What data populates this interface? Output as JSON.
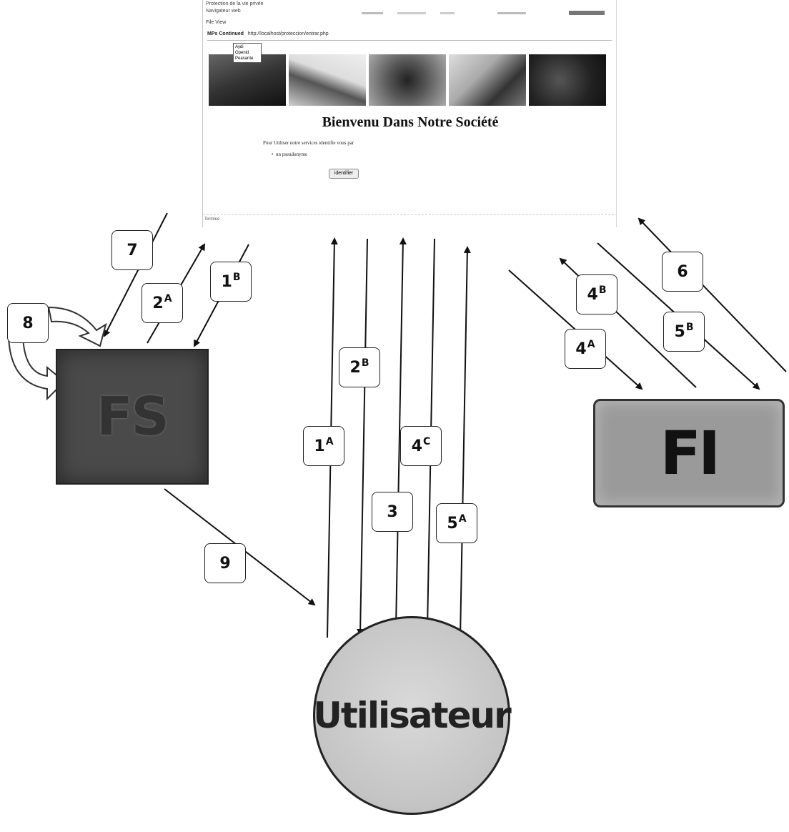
{
  "browser": {
    "title_line1": "Protection de la vie privée",
    "title_line2": "Navigateur web",
    "menu": "File   View",
    "address_site": "MPs Continued",
    "address_url": "http://localhost/proteccion/entrar.php",
    "dropdown_items": [
      "Aydi",
      "Openid",
      "Peasante"
    ],
    "welcome": "Bienvenu Dans Notre Société",
    "instructions": "Pour Utiliser notre services identifie vous par",
    "bullet": "un pseudonyme",
    "button": "identifier",
    "status": "Terminé"
  },
  "nodes": {
    "fs": "FS",
    "fi": "FI",
    "user": "Utilisateur"
  },
  "labels": {
    "l7": {
      "main": "7",
      "sup": ""
    },
    "l1b": {
      "main": "1",
      "sup": "B"
    },
    "l2a": {
      "main": "2",
      "sup": "A"
    },
    "l8": {
      "main": "8",
      "sup": ""
    },
    "l2b": {
      "main": "2",
      "sup": "B"
    },
    "l1a": {
      "main": "1",
      "sup": "A"
    },
    "l4c": {
      "main": "4",
      "sup": "C"
    },
    "l3": {
      "main": "3",
      "sup": ""
    },
    "l5a": {
      "main": "5",
      "sup": "A"
    },
    "l9": {
      "main": "9",
      "sup": ""
    },
    "l6": {
      "main": "6",
      "sup": ""
    },
    "l4b": {
      "main": "4",
      "sup": "B"
    },
    "l5b": {
      "main": "5",
      "sup": "B"
    },
    "l4a": {
      "main": "4",
      "sup": "A"
    }
  },
  "colors": {
    "line": "#111111",
    "fs_fill": "#4a4a4a",
    "fi_fill": "#9a9a9a",
    "user_fill": "#c8c8c8"
  }
}
